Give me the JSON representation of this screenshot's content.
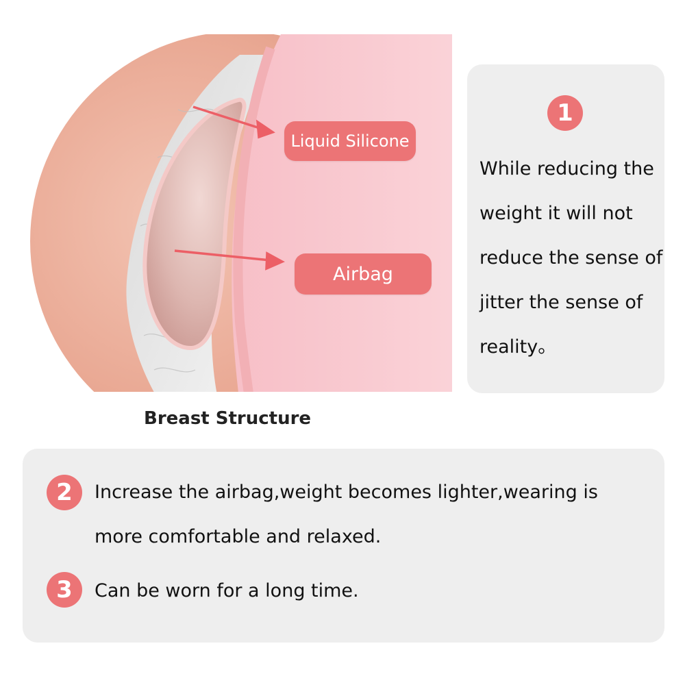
{
  "diagram": {
    "labels": {
      "liquid_silicone": "Liquid Silicone",
      "airbag": "Airbag"
    },
    "caption": "Breast Structure",
    "colors": {
      "accent": "#ec7476",
      "skin": "#e8a58f",
      "pink": "#f8c8cf"
    }
  },
  "features": [
    {
      "number": "1",
      "text": "While reducing the weight it will not reduce the sense of jitter the sense of reality。"
    },
    {
      "number": "2",
      "text": "Increase the airbag,weight becomes lighter,wearing is more comfortable and relaxed."
    },
    {
      "number": "3",
      "text": "Can be worn for a long time."
    }
  ]
}
